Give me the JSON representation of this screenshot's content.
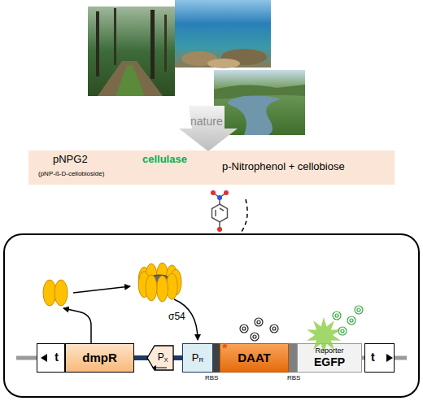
{
  "diagram": {
    "nodes": [
      {
        "text": [
          "pNPG2",
          "(pNP-ß-D-cellobioside)",
          "cellulase",
          "p-Nitrophenol + cellobiose"
        ]
      },
      {
        "text": [
          "t"
        ]
      },
      {
        "text": [
          "dmpR"
        ]
      },
      {
        "text": [
          "P",
          "X"
        ]
      },
      {
        "text": [
          "P",
          "R"
        ]
      },
      {
        "text": [
          "DAAT"
        ]
      },
      {
        "text": [
          "Reporter",
          "EGFP"
        ]
      },
      {
        "text": [
          "t"
        ]
      }
    ],
    "labels": [
      "nature",
      "σ54",
      "*",
      "RBS",
      "RBS"
    ]
  }
}
